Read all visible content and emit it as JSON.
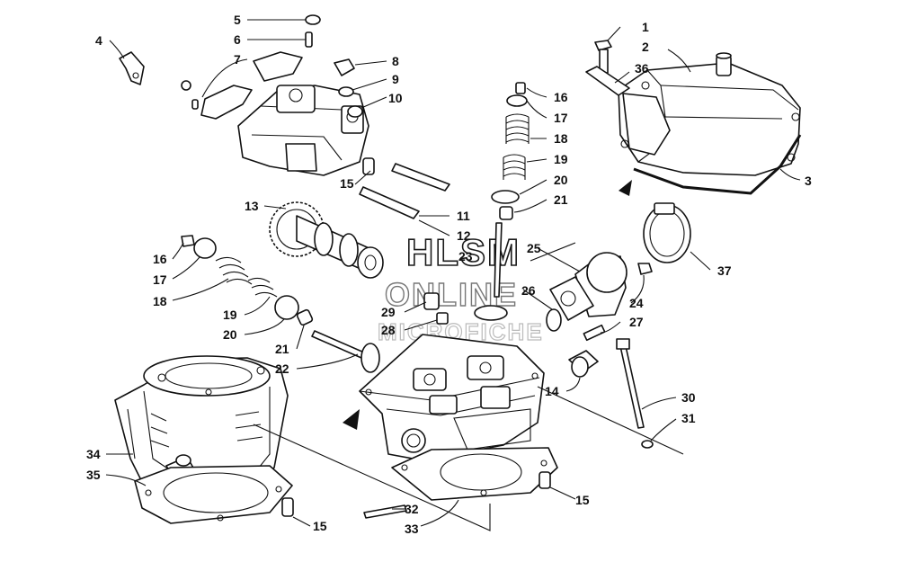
{
  "watermark": {
    "line1": "HLSM",
    "line2": "ONLINE",
    "line3": "MICROFICHE"
  },
  "callouts": [
    {
      "id": "c1",
      "text": "1"
    },
    {
      "id": "c2",
      "text": "2"
    },
    {
      "id": "c3",
      "text": "3"
    },
    {
      "id": "c4",
      "text": "4"
    },
    {
      "id": "c5",
      "text": "5"
    },
    {
      "id": "c6",
      "text": "6"
    },
    {
      "id": "c7",
      "text": "7"
    },
    {
      "id": "c8",
      "text": "8"
    },
    {
      "id": "c9",
      "text": "9"
    },
    {
      "id": "c10",
      "text": "10"
    },
    {
      "id": "c11",
      "text": "11"
    },
    {
      "id": "c12",
      "text": "12"
    },
    {
      "id": "c13",
      "text": "13"
    },
    {
      "id": "c14",
      "text": "14"
    },
    {
      "id": "c15a",
      "text": "15"
    },
    {
      "id": "c15b",
      "text": "15"
    },
    {
      "id": "c15c",
      "text": "15"
    },
    {
      "id": "c16a",
      "text": "16"
    },
    {
      "id": "c16b",
      "text": "16"
    },
    {
      "id": "c17a",
      "text": "17"
    },
    {
      "id": "c17b",
      "text": "17"
    },
    {
      "id": "c18a",
      "text": "18"
    },
    {
      "id": "c18b",
      "text": "18"
    },
    {
      "id": "c19a",
      "text": "19"
    },
    {
      "id": "c19b",
      "text": "19"
    },
    {
      "id": "c20a",
      "text": "20"
    },
    {
      "id": "c20b",
      "text": "20"
    },
    {
      "id": "c21a",
      "text": "21"
    },
    {
      "id": "c21b",
      "text": "21"
    },
    {
      "id": "c22",
      "text": "22"
    },
    {
      "id": "c23",
      "text": "23"
    },
    {
      "id": "c24",
      "text": "24"
    },
    {
      "id": "c25",
      "text": "25"
    },
    {
      "id": "c26",
      "text": "26"
    },
    {
      "id": "c27",
      "text": "27"
    },
    {
      "id": "c28",
      "text": "28"
    },
    {
      "id": "c29",
      "text": "29"
    },
    {
      "id": "c30",
      "text": "30"
    },
    {
      "id": "c31",
      "text": "31"
    },
    {
      "id": "c32",
      "text": "32"
    },
    {
      "id": "c33",
      "text": "33"
    },
    {
      "id": "c34",
      "text": "34"
    },
    {
      "id": "c35",
      "text": "35"
    },
    {
      "id": "c36",
      "text": "36"
    },
    {
      "id": "c37",
      "text": "37"
    }
  ]
}
